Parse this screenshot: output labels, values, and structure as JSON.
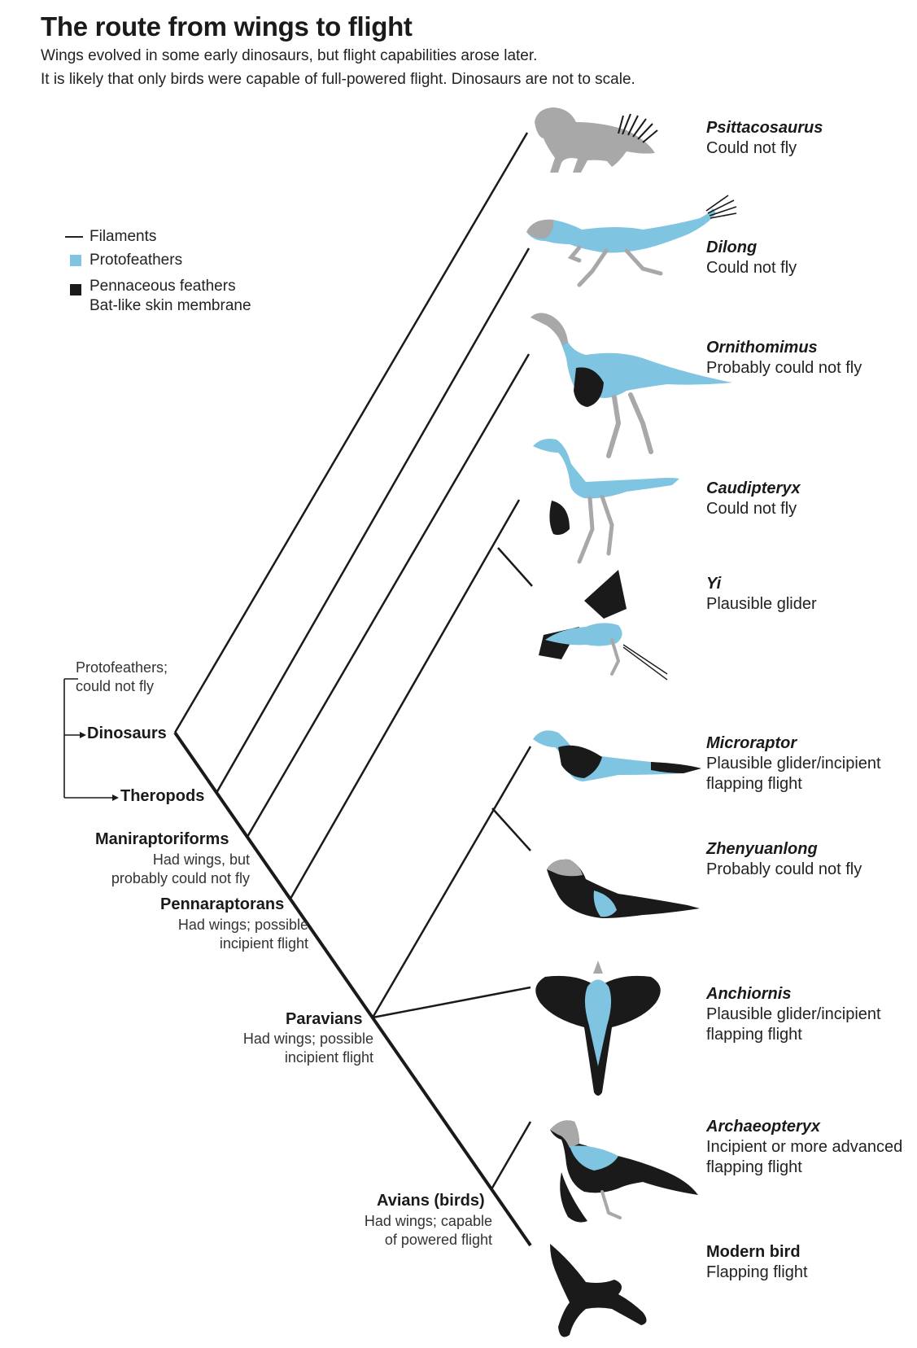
{
  "title": "The route from wings to flight",
  "subtitle_lines": [
    "Wings evolved in some early dinosaurs, but flight capabilities arose later.",
    "It is likely that only birds were capable of full-powered flight. Dinosaurs are not to scale."
  ],
  "legend": {
    "filaments": "Filaments",
    "protofeathers": "Protofeathers",
    "pennaceous_1": "Pennaceous feathers",
    "pennaceous_2": "Bat-like skin membrane"
  },
  "colors": {
    "protofeather": "#7fc4e0",
    "pennaceous": "#1a1a1a",
    "body_gray": "#a8a8a8",
    "line": "#1a1a1a"
  },
  "clades": {
    "protofeathers_note_1": "Protofeathers;",
    "protofeathers_note_2": "could not fly",
    "dinosaurs": "Dinosaurs",
    "theropods": "Theropods",
    "maniraptoriforms": "Maniraptoriforms",
    "maniraptoriforms_desc_1": "Had wings, but",
    "maniraptoriforms_desc_2": "probably could not fly",
    "pennaraptorans": "Pennaraptorans",
    "pennaraptorans_desc_1": "Had wings; possible",
    "pennaraptorans_desc_2": "incipient flight",
    "paravians": "Paravians",
    "paravians_desc_1": "Had wings; possible",
    "paravians_desc_2": "incipient flight",
    "avians": "Avians (birds)",
    "avians_desc_1": "Had wings; capable",
    "avians_desc_2": "of powered flight"
  },
  "taxa": [
    {
      "name": "Psittacosaurus",
      "ability": [
        "Could not fly"
      ],
      "icon": "psittacosaurus-silhouette"
    },
    {
      "name": "Dilong",
      "ability": [
        "Could not fly"
      ],
      "icon": "dilong-silhouette"
    },
    {
      "name": "Ornithomimus",
      "ability": [
        "Probably could not fly"
      ],
      "icon": "ornithomimus-silhouette"
    },
    {
      "name": "Caudipteryx",
      "ability": [
        "Could not fly"
      ],
      "icon": "caudipteryx-silhouette"
    },
    {
      "name": "Yi",
      "ability": [
        "Plausible glider"
      ],
      "icon": "yi-silhouette"
    },
    {
      "name": "Microraptor",
      "ability": [
        "Plausible glider/incipient",
        "flapping flight"
      ],
      "icon": "microraptor-silhouette"
    },
    {
      "name": "Zhenyuanlong",
      "ability": [
        "Probably could not fly"
      ],
      "icon": "zhenyuanlong-silhouette"
    },
    {
      "name": "Anchiornis",
      "ability": [
        "Plausible glider/incipient",
        "flapping flight"
      ],
      "icon": "anchiornis-silhouette"
    },
    {
      "name": "Archaeopteryx",
      "ability": [
        "Incipient or more advanced",
        "flapping flight"
      ],
      "icon": "archaeopteryx-silhouette"
    },
    {
      "name": "Modern bird",
      "ability": [
        "Flapping flight"
      ],
      "icon": "modern-bird-silhouette"
    }
  ]
}
